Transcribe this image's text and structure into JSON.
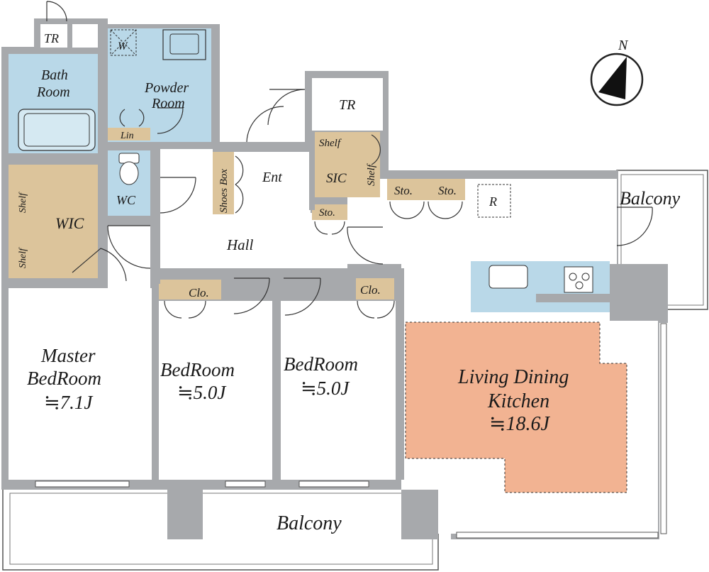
{
  "rooms": {
    "tr_top": "TR",
    "w": "W",
    "bath_line1": "Bath",
    "bath_line2": "Room",
    "powder_line1": "Powder",
    "powder_line2": "Room",
    "lin": "Lin",
    "wc": "WC",
    "shelf": "Shelf",
    "wic": "WIC",
    "shoes_box": "Shoes Box",
    "ent": "Ent",
    "tr_right": "TR",
    "sic": "SIC",
    "sto": "Sto.",
    "refrigerator": "R",
    "balcony": "Balcony",
    "hall": "Hall",
    "clo": "Clo.",
    "master_line1": "Master",
    "master_line2": "BedRoom",
    "master_size": "≒7.1J",
    "bed2_line1": "BedRoom",
    "bed2_size": "≒5.0J",
    "bed3_line1": "BedRoom",
    "bed3_size": "≒5.0J",
    "ldk_line1": "Living Dining",
    "ldk_line2": "Kitchen",
    "ldk_size": "≒18.6J"
  },
  "compass": {
    "north": "N"
  },
  "colors": {
    "wall": "#a7a9ac",
    "wet_area": "#b9d8e8",
    "storage": "#dcc49b",
    "living_dining_kitchen": "#f2b392"
  }
}
